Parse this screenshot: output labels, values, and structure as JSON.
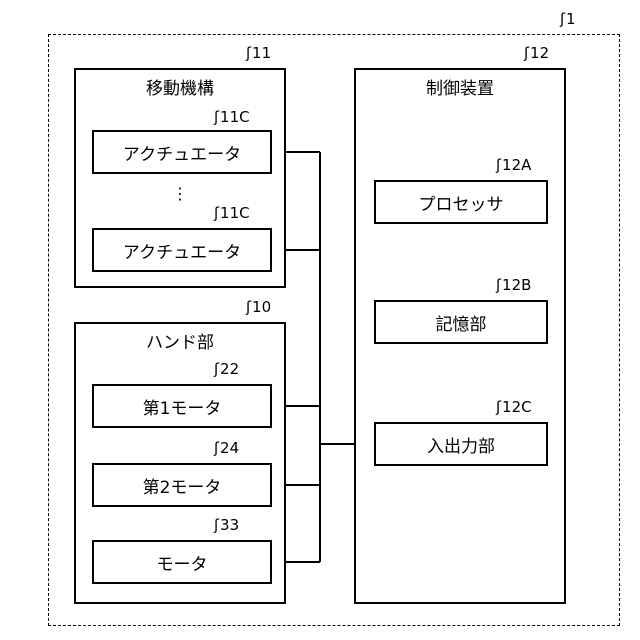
{
  "system": {
    "ref": "1"
  },
  "moving_mechanism": {
    "title": "移動機構",
    "ref": "11",
    "actuators": [
      {
        "label": "アクチュエータ",
        "ref": "11C"
      },
      {
        "label": "アクチュエータ",
        "ref": "11C"
      }
    ],
    "ellipsis": "⋮"
  },
  "hand": {
    "title": "ハンド部",
    "ref": "10",
    "motors": [
      {
        "label": "第1モータ",
        "ref": "22"
      },
      {
        "label": "第2モータ",
        "ref": "24"
      },
      {
        "label": "モータ",
        "ref": "33"
      }
    ]
  },
  "controller": {
    "title": "制御装置",
    "ref": "12",
    "units": [
      {
        "label": "プロセッサ",
        "ref": "12A"
      },
      {
        "label": "記憶部",
        "ref": "12B"
      },
      {
        "label": "入出力部",
        "ref": "12C"
      }
    ]
  },
  "colors": {
    "line": "#000000",
    "background": "#ffffff"
  }
}
